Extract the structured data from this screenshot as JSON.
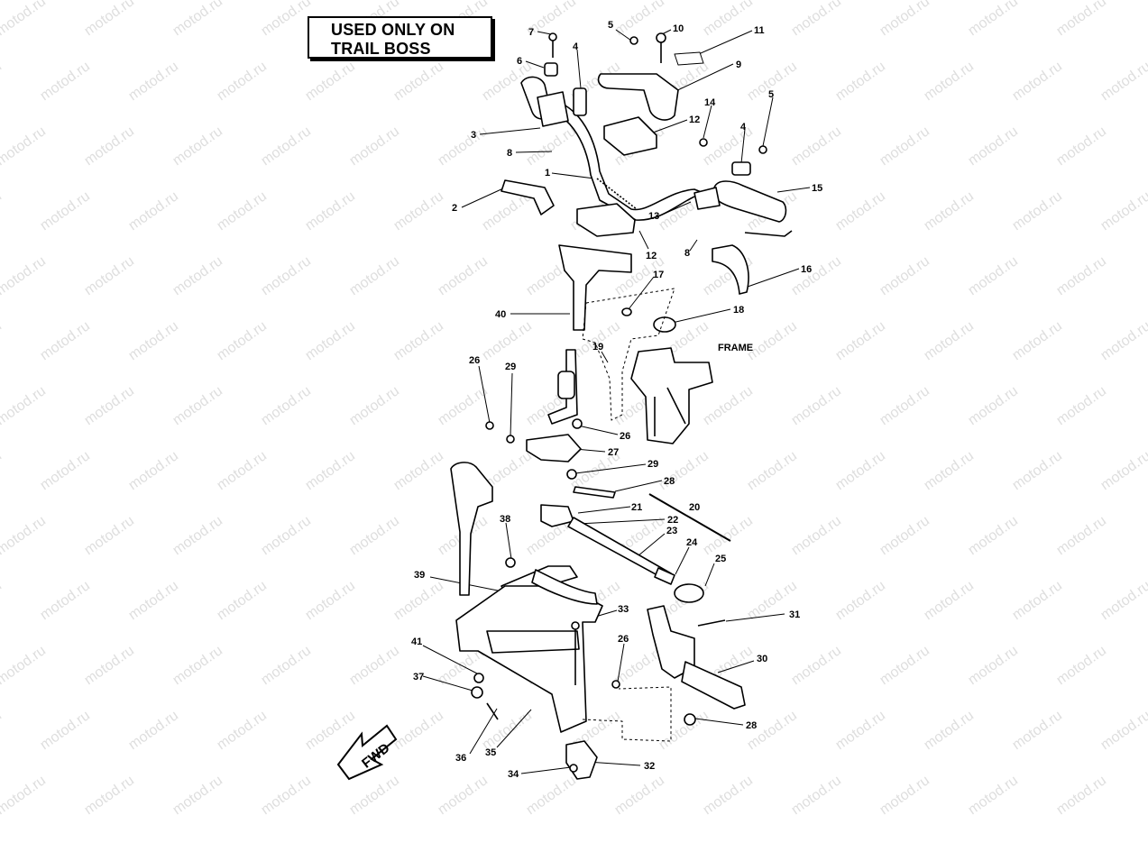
{
  "note": {
    "line1": "USED ONLY ON",
    "line2": "TRAIL BOSS"
  },
  "watermark": "motod.ru",
  "fwd_label": "FWD",
  "frame_label": "FRAME",
  "callouts": [
    {
      "id": "c7",
      "text": "7"
    },
    {
      "id": "c5a",
      "text": "5"
    },
    {
      "id": "c10",
      "text": "10"
    },
    {
      "id": "c11",
      "text": "11"
    },
    {
      "id": "c6",
      "text": "6"
    },
    {
      "id": "c4a",
      "text": "4"
    },
    {
      "id": "c9",
      "text": "9"
    },
    {
      "id": "c14",
      "text": "14"
    },
    {
      "id": "c5b",
      "text": "5"
    },
    {
      "id": "c12a",
      "text": "12"
    },
    {
      "id": "c3",
      "text": "3"
    },
    {
      "id": "c4b",
      "text": "4"
    },
    {
      "id": "c8a",
      "text": "8"
    },
    {
      "id": "c1",
      "text": "1"
    },
    {
      "id": "c15",
      "text": "15"
    },
    {
      "id": "c2",
      "text": "2"
    },
    {
      "id": "c13",
      "text": "13"
    },
    {
      "id": "c12b",
      "text": "12"
    },
    {
      "id": "c8b",
      "text": "8"
    },
    {
      "id": "c16",
      "text": "16"
    },
    {
      "id": "c17",
      "text": "17"
    },
    {
      "id": "c40",
      "text": "40"
    },
    {
      "id": "c18",
      "text": "18"
    },
    {
      "id": "c19",
      "text": "19"
    },
    {
      "id": "c26a",
      "text": "26"
    },
    {
      "id": "c29a",
      "text": "29"
    },
    {
      "id": "c26b",
      "text": "26"
    },
    {
      "id": "c27",
      "text": "27"
    },
    {
      "id": "c29b",
      "text": "29"
    },
    {
      "id": "c28a",
      "text": "28"
    },
    {
      "id": "c21",
      "text": "21"
    },
    {
      "id": "c20",
      "text": "20"
    },
    {
      "id": "c22",
      "text": "22"
    },
    {
      "id": "c38",
      "text": "38"
    },
    {
      "id": "c23",
      "text": "23"
    },
    {
      "id": "c24",
      "text": "24"
    },
    {
      "id": "c25",
      "text": "25"
    },
    {
      "id": "c39",
      "text": "39"
    },
    {
      "id": "c33",
      "text": "33"
    },
    {
      "id": "c31",
      "text": "31"
    },
    {
      "id": "c41",
      "text": "41"
    },
    {
      "id": "c26c",
      "text": "26"
    },
    {
      "id": "c30",
      "text": "30"
    },
    {
      "id": "c37",
      "text": "37"
    },
    {
      "id": "c28b",
      "text": "28"
    },
    {
      "id": "c36",
      "text": "36"
    },
    {
      "id": "c35",
      "text": "35"
    },
    {
      "id": "c32",
      "text": "32"
    },
    {
      "id": "c34",
      "text": "34"
    }
  ]
}
